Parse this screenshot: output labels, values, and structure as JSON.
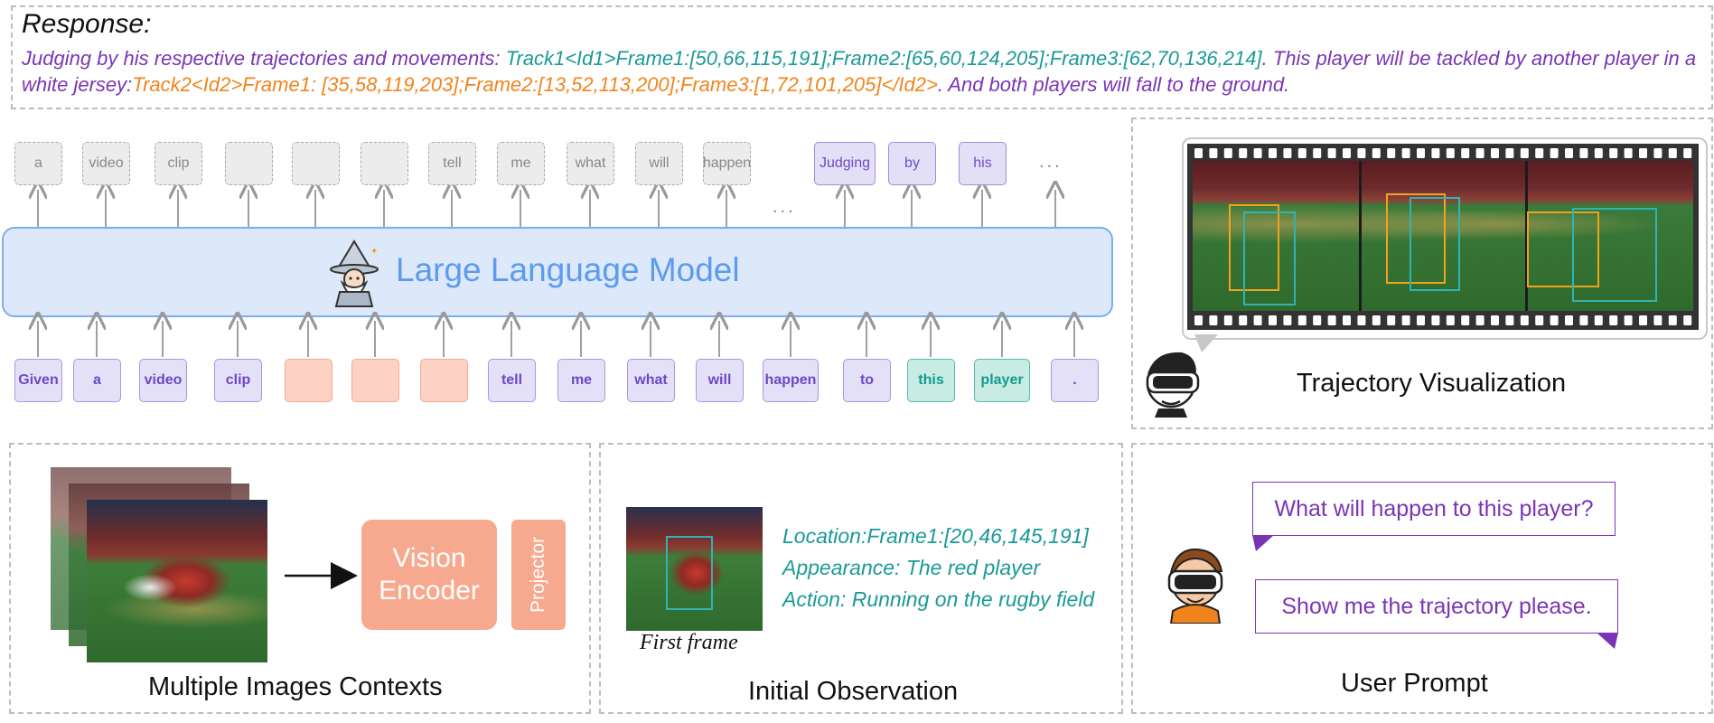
{
  "response": {
    "title": "Response:",
    "intro": "Judging by his respective trajectories and movements: ",
    "track1": "Track1<Id1>Frame1:[50,66,115,191];Frame2:[65,60,124,205];Frame3:[62,70,136,214]",
    "mid": ". This player will be tackled by another player in a white jersey:",
    "track2": "Track2<Id2>Frame1: [35,58,119,203];Frame2:[13,52,113,200];Frame3:[1,72,101,205]</Id2>",
    "end": ". And both players will fall to the ground."
  },
  "output_tokens": [
    "a",
    "video",
    "clip",
    "",
    "",
    "",
    "tell",
    "me",
    "what",
    "will",
    "happen"
  ],
  "output_tokens_gen": [
    "Judging",
    "by",
    "his"
  ],
  "ellipsis": "...",
  "input_tokens": [
    "Given",
    "a",
    "video",
    "clip",
    "",
    "",
    "",
    "tell",
    "me",
    "what",
    "will",
    "happen",
    "to",
    "this",
    "player",
    "."
  ],
  "llm_label": "Large Language Model",
  "encoder": {
    "vision": "Vision Encoder",
    "projector": "Projector"
  },
  "captions": {
    "trajectory": "Trajectory Visualization",
    "contexts": "Multiple Images Contexts",
    "initial": "Initial Observation",
    "user": "User Prompt",
    "first_frame": "First frame"
  },
  "observation": {
    "location": "Location:Frame1:[20,46,145,191]",
    "appearance": "Appearance: The red player",
    "action": "Action: Running on the rugby field"
  },
  "prompts": {
    "q1": "What will happen to this player?",
    "q2": "Show me the trajectory please."
  },
  "colors": {
    "purple": "#7a35b5",
    "teal": "#1a9a96",
    "orange": "#f0841c",
    "llm_blue": "#5b9cf0",
    "encoder": "#f7a98f"
  }
}
